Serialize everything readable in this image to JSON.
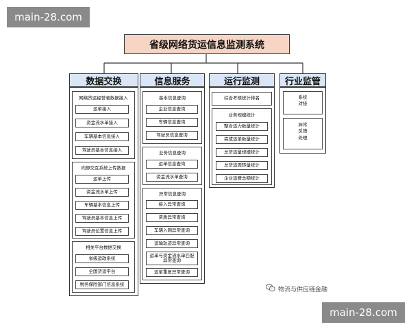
{
  "watermark": {
    "top_left": "main-28.com",
    "bottom_right": "main-28.com"
  },
  "root_title": "省级网络货运信息监测系统",
  "columns": [
    {
      "title": "数据交换",
      "groups": [
        {
          "title": "网络货运经营者数据接入",
          "items": [
            "运单接入",
            "资金流水单接入",
            "车辆基本信息接入",
            "驾驶员基本信息接入"
          ]
        },
        {
          "title": "向部交互系统上传数据",
          "items": [
            "运单上传",
            "资金流水单上传",
            "车辆基本信息上传",
            "驾驶员基本信息上传",
            "驾驶员位置信息上传"
          ]
        },
        {
          "title": "相关平台数据交换",
          "items": [
            "省级运政系统",
            "全国货运平台",
            "税务保险部门信息系统"
          ]
        }
      ]
    },
    {
      "title": "信息服务",
      "groups": [
        {
          "title": "基本信息查询",
          "items": [
            "企业信息查询",
            "车辆信息查询",
            "驾驶员信息查询"
          ]
        },
        {
          "title": "业务信息查询",
          "items": [
            "运单信息查询",
            "资金流水单查询"
          ]
        },
        {
          "title": "异常信息查询",
          "items": [
            "接入异常查询",
            "资质异常查询",
            "车辆入网异常查询",
            "运输轨迹异常查询",
            "运单与资金流水单匹配异常查询",
            "运单重复异常查询"
          ]
        }
      ]
    },
    {
      "title": "运行监测",
      "top_item": "综合考核统计排名",
      "groups": [
        {
          "title": "业务规模统计",
          "items": [
            "整合运力数量统计",
            "完成运单数量统计",
            "总货运量规模统计",
            "总货运周转量统计",
            "企业运费总额统计"
          ]
        }
      ]
    },
    {
      "title": "行业监管",
      "blocks": [
        "系统\n对接",
        "异常\n反馈\n处理"
      ]
    }
  ],
  "logo": {
    "icon": "wechat-logo",
    "text": "物流与供应链金融"
  }
}
